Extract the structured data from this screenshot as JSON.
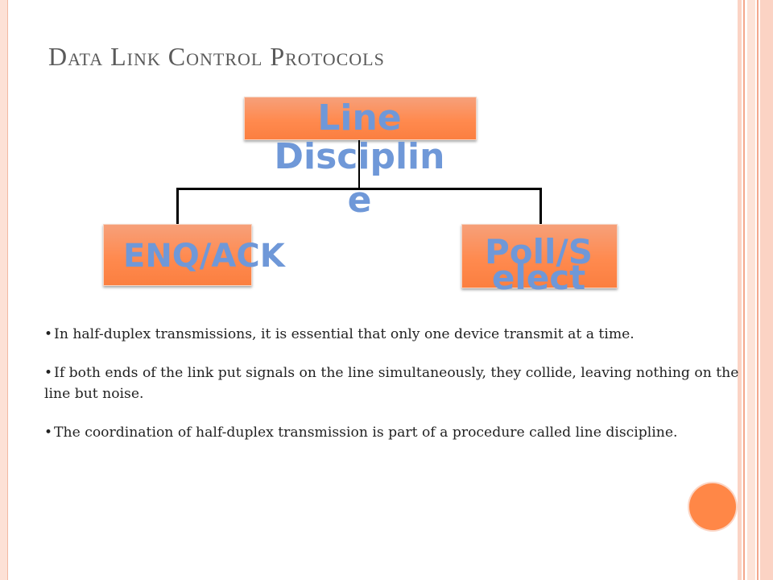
{
  "slide": {
    "title": "Data Link Control Protocols"
  },
  "diagram": {
    "root": {
      "line1": "Line",
      "line2": "Disciplin",
      "line3": "e"
    },
    "left_child": {
      "label": "ENQ/ACK"
    },
    "right_child": {
      "line1": "Poll/S",
      "line2": "elect"
    }
  },
  "bullets": [
    {
      "text": "In half-duplex transmissions, it is essential that only one device transmit at a time."
    },
    {
      "text": "If both ends of the link put signals on the line simultaneously, they collide, leaving nothing on the line but noise."
    },
    {
      "text": "The coordination of half-duplex transmission is part of a procedure called line discipline."
    }
  ],
  "colors": {
    "accent_orange": "#ff8a4f",
    "box_text_blue": "#6f98d8",
    "frame_peach": "#fbd3c4"
  }
}
